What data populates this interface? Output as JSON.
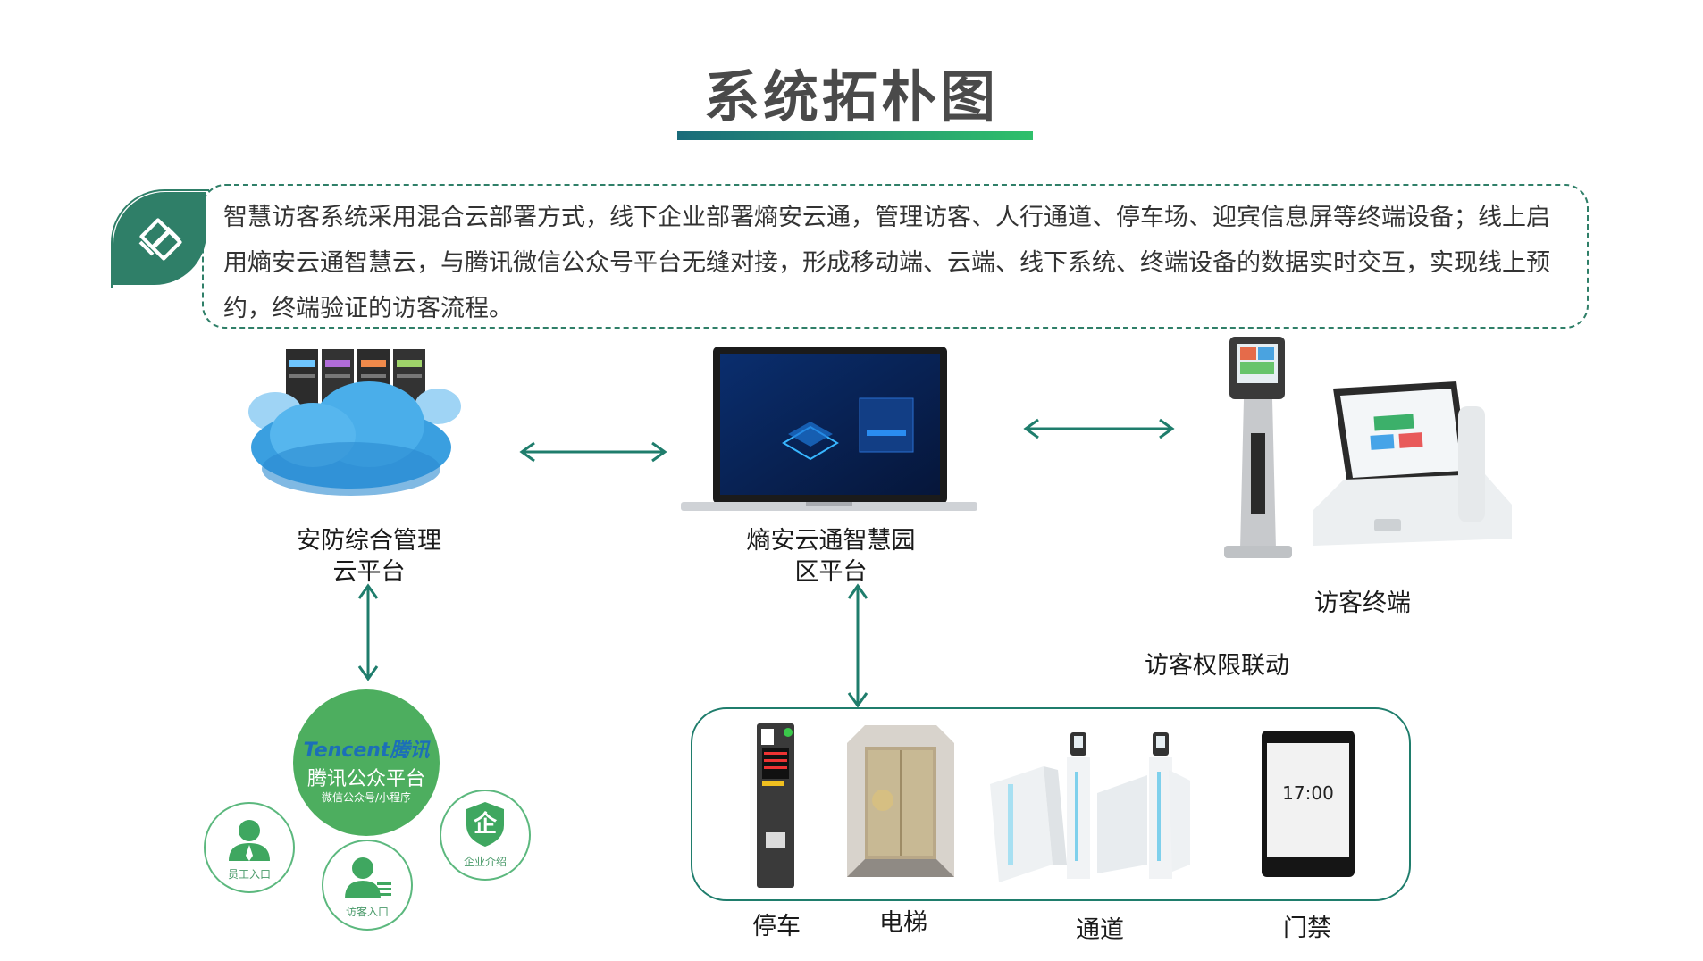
{
  "title": "系统拓朴图",
  "description": "智慧访客系统采用混合云部署方式，线下企业部署熵安云通，管理访客、人行通道、停车场、迎宾信息屏等终端设备；线上启用熵安云通智慧云，与腾讯微信公众号平台无缝对接，形成移动端、云端、线下系统、终端设备的数据实时交互，实现线上预约，终端验证的访客流程。",
  "nodes": {
    "cloud_platform": {
      "line1": "安防综合管理",
      "line2": "云平台"
    },
    "park_platform": {
      "line1": "熵安云通智慧园",
      "line2": "区平台"
    },
    "visitor_terminal": "访客终端",
    "tencent": {
      "brand": "Tencent腾讯",
      "name": "腾讯公众平台",
      "sub": "微信公众号/小程序"
    },
    "entries": {
      "staff": "员工入口",
      "visitor": "访客入口",
      "company": "企业介绍",
      "company_glyph": "企"
    },
    "permission_link": "访客权限联动"
  },
  "devices": [
    {
      "label": "停车"
    },
    {
      "label": "电梯"
    },
    {
      "label": "通道"
    },
    {
      "label": "门禁"
    }
  ],
  "screen": {
    "time": "17:00"
  },
  "colors": {
    "accent": "#2f7f68",
    "arrow": "#1f7d6c",
    "tencent_green": "#4dae5f"
  }
}
